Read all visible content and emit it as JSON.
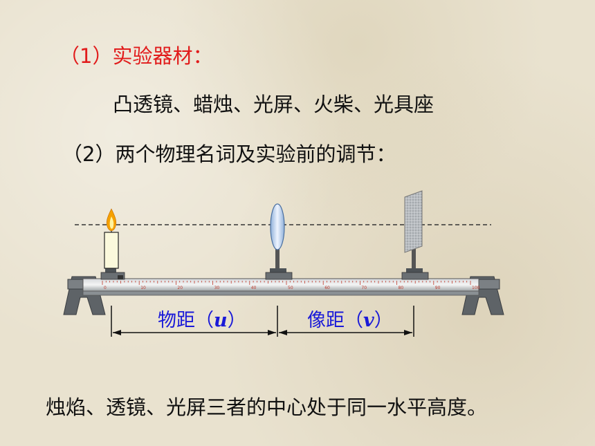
{
  "slide": {
    "heading1": "（1）实验器材：",
    "materials": "凸透镜、蜡烛、光屏、火柴、光具座",
    "heading2": "（2）两个物理名词及实验前的调节：",
    "conclusion": "烛焰、透镜、光屏三者的中心处于同一水平高度。"
  },
  "diagram": {
    "object_distance_label": "物距（",
    "object_distance_symbol": "u",
    "image_distance_label": "像距（",
    "image_distance_symbol": "v",
    "close_paren": "）",
    "ruler_ticks": [
      "0",
      "10",
      "20",
      "30",
      "40",
      "50",
      "60",
      "70",
      "80",
      "90",
      "100"
    ]
  },
  "colors": {
    "heading_red": "#e11b1b",
    "label_blue": "#1a1ad8",
    "bench_gray": "#6f7478",
    "flame_orange": "#f5a000"
  }
}
